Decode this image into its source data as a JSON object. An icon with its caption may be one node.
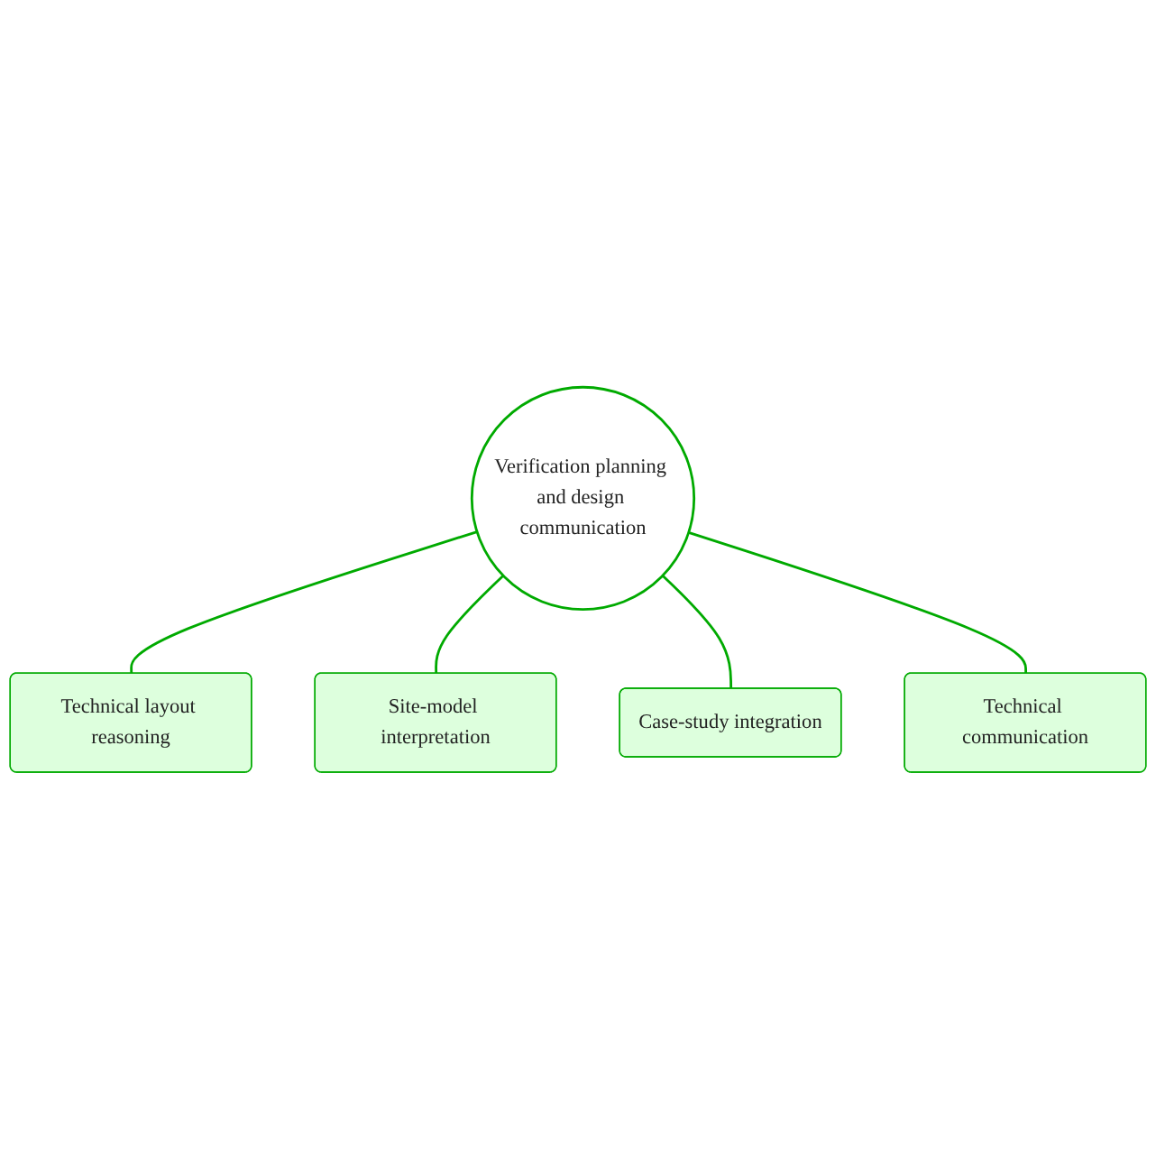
{
  "diagram": {
    "nodes": [
      {
        "text": [
          "Verification planning and design communication"
        ]
      },
      {
        "text": [
          "Technical layout reasoning"
        ]
      },
      {
        "text": [
          "Site-model interpretation"
        ]
      },
      {
        "text": [
          "Case-study integration"
        ]
      },
      {
        "text": [
          "Technical communication"
        ]
      }
    ],
    "edges": [
      {
        "from": 0,
        "to": 1,
        "arrow": "none"
      },
      {
        "from": 0,
        "to": 2,
        "arrow": "none"
      },
      {
        "from": 0,
        "to": 3,
        "arrow": "none"
      },
      {
        "from": 0,
        "to": 4,
        "arrow": "none"
      }
    ]
  }
}
